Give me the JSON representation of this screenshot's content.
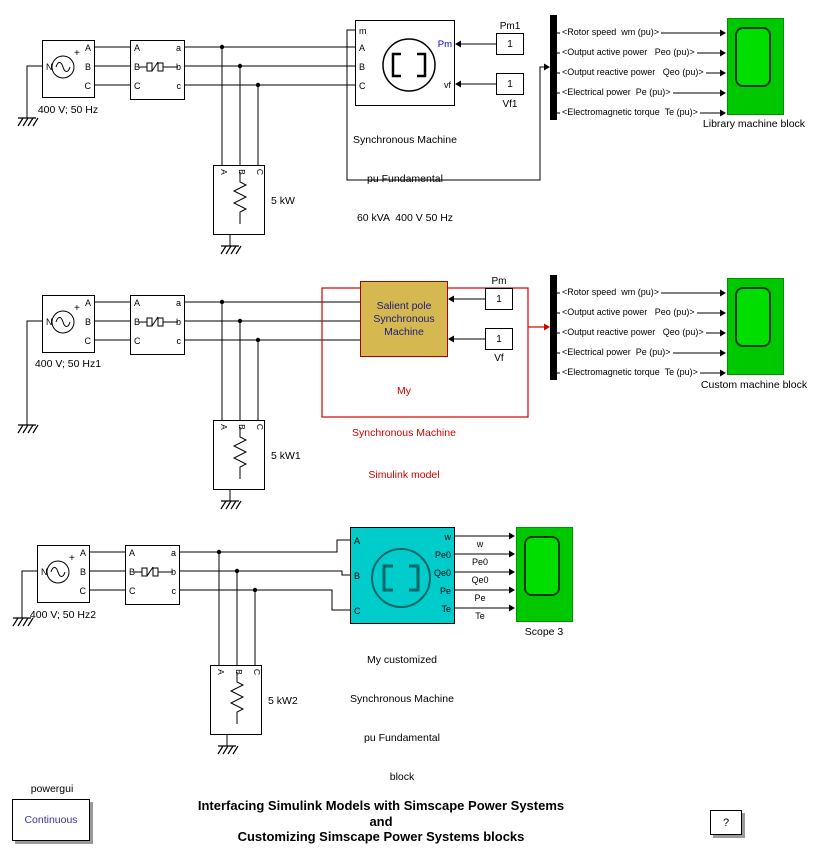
{
  "colors": {
    "scope_green": "#00C800",
    "custom_block_cyan": "#00CCCC",
    "simulink_block_yellow": "#D6B850",
    "highlight_red": "#D40000",
    "machine_text_navy": "#1A1A80",
    "pm_port_blue": "#0000CC",
    "powergui_text_blue": "#3333AA"
  },
  "bus_signal_labels": [
    "<Rotor speed  wm (pu)>",
    "<Output active power   Peo (pu)>",
    "<Output reactive power   Qeo (pu)>",
    "<Electrical power  Pe (pu)>",
    "<Electromagnetic torque  Te (pu)>"
  ],
  "row1": {
    "source": {
      "label": "400 V; 50 Hz",
      "neutral": "N",
      "polarity": "+",
      "ports": [
        "A",
        "B",
        "C"
      ]
    },
    "breaker": {
      "inputs": [
        "A",
        "B",
        "C"
      ],
      "outputs": [
        "a",
        "b",
        "c"
      ]
    },
    "machine": {
      "ports_left": [
        "m",
        "A",
        "B",
        "C"
      ],
      "port_pm": "Pm",
      "port_vf": "vf",
      "label_lines": [
        "Synchronous Machine",
        "pu Fundamental",
        "60 kVA  400 V 50 Hz"
      ]
    },
    "const_pm": {
      "label": "Pm1",
      "value": "1"
    },
    "const_vf": {
      "label": "Vf1",
      "value": "1"
    },
    "load": {
      "ports": [
        "A",
        "B",
        "C"
      ],
      "label": "5 kW"
    },
    "scope_label": "Library machine block"
  },
  "row2": {
    "source": {
      "label": "400 V; 50 Hz1",
      "neutral": "N",
      "polarity": "+",
      "ports": [
        "A",
        "B",
        "C"
      ]
    },
    "breaker": {
      "inputs": [
        "A",
        "B",
        "C"
      ],
      "outputs": [
        "a",
        "b",
        "c"
      ]
    },
    "machine": {
      "block_lines": [
        "Salient pole",
        "Synchronous",
        "Machine"
      ],
      "annotation_lines": [
        "My",
        "Synchronous Machine",
        "Simulink model"
      ]
    },
    "const_pm": {
      "label": "Pm",
      "value": "1"
    },
    "const_vf": {
      "label": "Vf",
      "value": "1"
    },
    "load": {
      "ports": [
        "A",
        "B",
        "C"
      ],
      "label": "5 kW1"
    },
    "scope_label": "Custom machine block"
  },
  "row3": {
    "source": {
      "label": "400 V; 50 Hz2",
      "neutral": "N",
      "polarity": "+",
      "ports": [
        "A",
        "B",
        "C"
      ]
    },
    "breaker": {
      "inputs": [
        "A",
        "B",
        "C"
      ],
      "outputs": [
        "a",
        "b",
        "c"
      ]
    },
    "machine": {
      "ports_left": [
        "A",
        "B",
        "C"
      ],
      "ports_right": [
        "w",
        "Pe0",
        "Qe0",
        "Pe",
        "Te"
      ],
      "label_lines": [
        "My customized",
        "Synchronous Machine",
        "pu Fundamental",
        "block"
      ]
    },
    "wire_labels": [
      "w",
      "Pe0",
      "Qe0",
      "Pe",
      "Te"
    ],
    "load": {
      "ports": [
        "A",
        "B",
        "C"
      ],
      "label": "5 kW2"
    },
    "scope_label": "Scope 3"
  },
  "powergui": {
    "title": "powergui",
    "mode": "Continuous"
  },
  "help_button_label": "?",
  "title_lines": [
    "Interfacing Simulink Models with Simscape Power Systems",
    "and",
    "Customizing Simscape Power Systems blocks"
  ]
}
